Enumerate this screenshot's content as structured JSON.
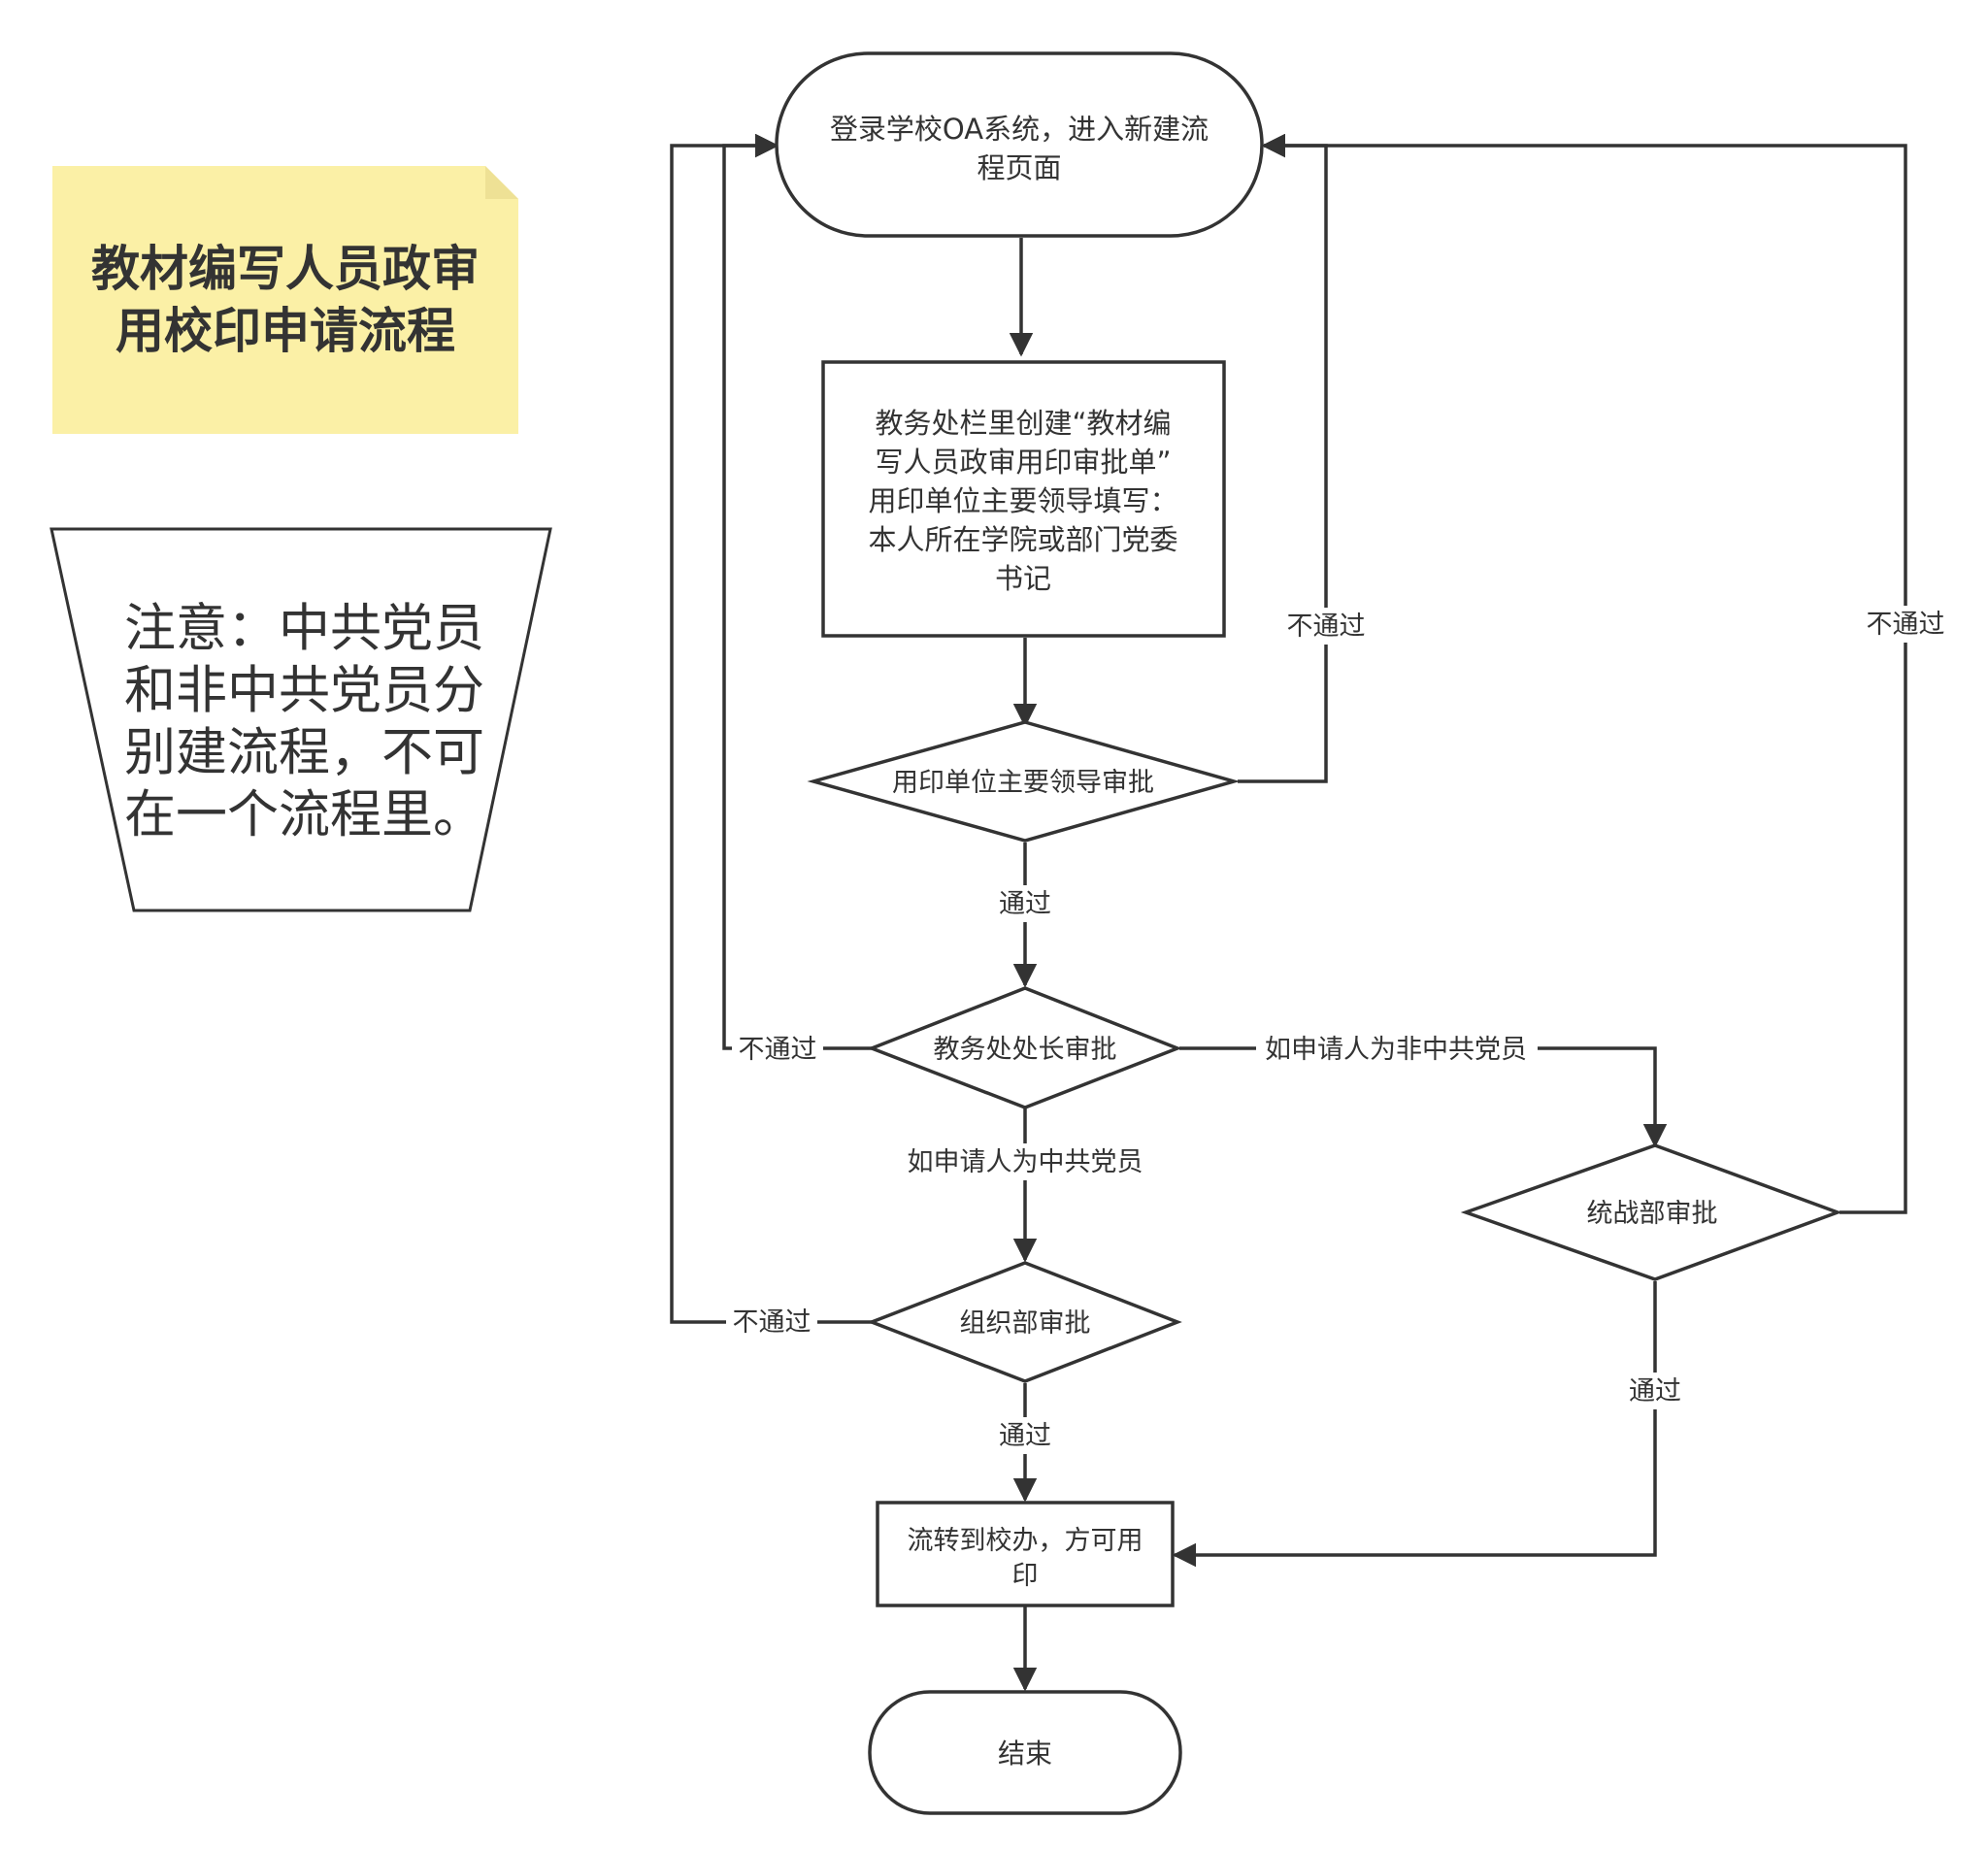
{
  "title_note": {
    "lines": [
      "教材编写人员政审",
      "用校印申请流程"
    ],
    "fill_color": "#fbf0a6",
    "fold_color": "#eee195"
  },
  "caution_note": {
    "lines": [
      "注意：中共党员",
      "和非中共党员分",
      "别建流程，不可",
      "在一个流程里。"
    ]
  },
  "nodes": {
    "start": {
      "lines": [
        "登录学校OA系统，进入新建流",
        "程页面"
      ]
    },
    "create_form": {
      "lines": [
        "教务处栏里创建“教材编",
        "写人员政审用印审批单”",
        "用印单位主要领导填写：",
        "本人所在学院或部门党委",
        "书记"
      ]
    },
    "unit_leader_approval": {
      "lines": [
        "用印单位主要领导审批"
      ]
    },
    "dean_approval": {
      "lines": [
        "教务处处长审批"
      ]
    },
    "org_dept_approval": {
      "lines": [
        "组织部审批"
      ]
    },
    "united_front_approval": {
      "lines": [
        "统战部审批"
      ]
    },
    "transfer_office": {
      "lines": [
        "流转到校办，方可用",
        "印"
      ]
    },
    "end": {
      "lines": [
        "结束"
      ]
    }
  },
  "edge_labels": {
    "unit_reject": "不通过",
    "united_front_reject": "不通过",
    "unit_pass": "通过",
    "dean_reject": "不通过",
    "dean_to_united_front": "如申请人为非中共党员",
    "dean_to_org": "如申请人为中共党员",
    "org_reject": "不通过",
    "org_pass": "通过",
    "united_front_pass": "通过"
  },
  "colors": {
    "stroke": "#333333",
    "text": "#333333",
    "background": "#ffffff"
  }
}
